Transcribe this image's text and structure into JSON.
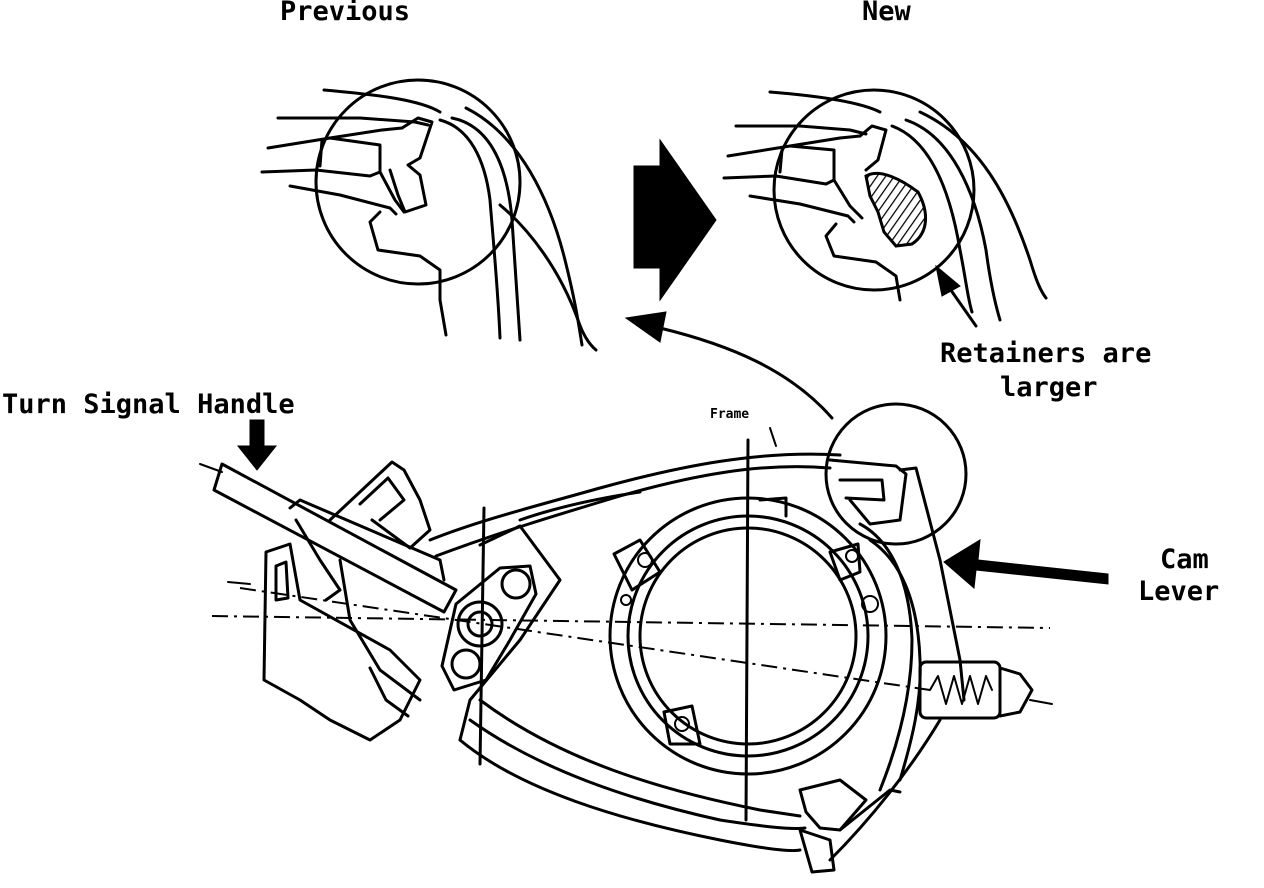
{
  "labels": {
    "previous": "Previous",
    "new": "New",
    "retainers_line1": "Retainers are",
    "retainers_line2": "larger",
    "turn_signal_handle": "Turn Signal Handle",
    "frame": "Frame",
    "cam_line1": "Cam",
    "cam_line2": "Lever"
  },
  "colors": {
    "ink": "#000000",
    "background": "#ffffff"
  }
}
